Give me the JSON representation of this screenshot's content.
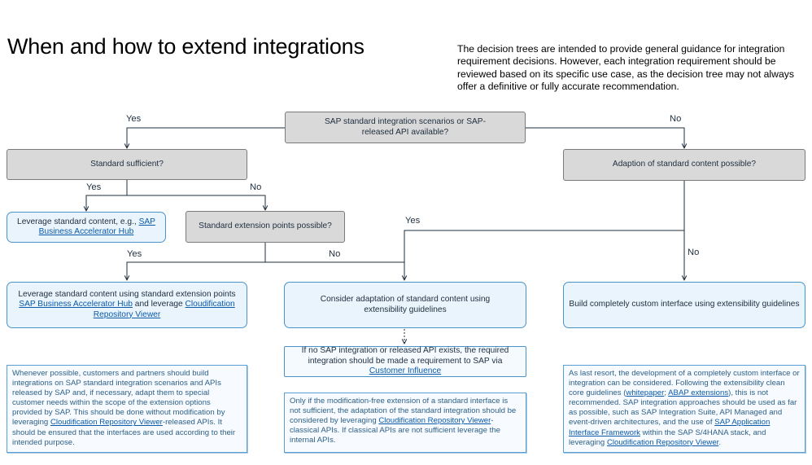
{
  "title": "When and how to extend integrations",
  "intro": "The decision trees are intended to provide general guidance for integration requirement decisions. However, each integration requirement should be reviewed based on its specific use case, as the decision tree may not always offer a definitive or fully accurate recommendation.",
  "nodes": {
    "root": "SAP standard integration scenarios or SAP-released API available?",
    "standard_sufficient": "Standard sufficient?",
    "adaption_possible": "Adaption of standard content possible?",
    "extension_points": "Standard extension points possible?",
    "leverage_standard": {
      "text": "Leverage standard content, e.g., ",
      "link": "SAP Business Accelerator Hub"
    },
    "leverage_extension": {
      "text1": "Leverage standard content using standard extension points",
      "link1": "SAP Business Accelerator Hub",
      "text2": " and leverage ",
      "link2": "Cloudification Repository Viewer"
    },
    "consider_adaptation": "Consider adaptation of standard content using extensibility guidelines",
    "build_custom": "Build completely custom interface using extensibility guidelines",
    "no_api": {
      "text": "If no SAP integration or released API exists, the required integration should be made a requirement to SAP via ",
      "link": "Customer Influence"
    }
  },
  "edge_labels": {
    "root_yes": "Yes",
    "root_no": "No",
    "sufficient_yes": "Yes",
    "sufficient_no": "No",
    "extension_yes": "Yes",
    "extension_no": "No",
    "adaption_yes": "Yes",
    "adaption_no": "No"
  },
  "notes": {
    "left": {
      "p1": "Whenever possible, customers and partners should build integrations on SAP standard integration scenarios and APIs released by SAP and, if necessary, adapt them to special customer needs within the scope of the extension options provided by SAP. This should be done without modification by leveraging ",
      "link": "Cloudification Repository Viewer",
      "p2": "-released APIs. It should be ensured that the interfaces are used according to their intended purpose."
    },
    "middle": {
      "p1": "Only if the modification-free extension of a standard interface is not sufficient, the adaptation of the standard integration should be considered by leveraging ",
      "link": "Cloudification Repository Viewer",
      "p2": "-classical APIs. If classical APIs are not sufficient leverage the internal APIs."
    },
    "right": {
      "p1": "As last resort, the development of a completely custom interface or integration can be considered. Following the extensibility clean core guidelines (",
      "link1": "whitepaper",
      "sep": "; ",
      "link2": "ABAP extensions",
      "p2": "), this is not recommended. SAP integration approaches should be used as far as possible, such as SAP Integration Suite, API Managed and event-driven architectures, and the use of ",
      "link3": "SAP Application Interface Framework",
      "p3": " within the SAP S/4HANA stack, and leveraging ",
      "link4": "Cloudification Repository Viewer",
      "p4": "."
    }
  },
  "colors": {
    "decision_fill": "#d9d9d9",
    "outcome_fill": "#eaf4fc",
    "outcome_border": "#4a93c9",
    "line": "#1d2d3e",
    "link": "#0a5aa8"
  }
}
